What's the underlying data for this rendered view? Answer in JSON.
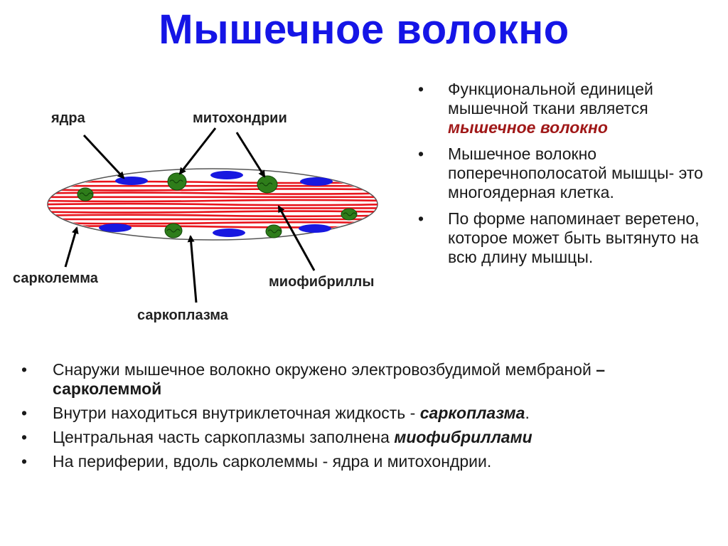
{
  "title": "Мышечное волокно",
  "diagram": {
    "labels": {
      "nuclei": "ядра",
      "mitochondria": "митохондрии",
      "sarcolemma": "сарколемма",
      "myofibrils": "миофибриллы",
      "sarcoplasm": "саркоплазма"
    },
    "colors": {
      "nucleus": "#1818e0",
      "mitochondria": "#2e7d1a",
      "myofibril": "#e8141c"
    }
  },
  "right_bullets": [
    {
      "text": "Функциональной единицей мышечной ткани является ",
      "emphasis": "мышечное волокно"
    },
    {
      "text": "Мышечное волокно поперечнополосатой мышцы- это многоядерная клетка."
    },
    {
      "text": "По форме напоминает веретено, которое может быть вытянуто на всю длину мышцы."
    }
  ],
  "bottom_bullets": [
    {
      "text": "Снаружи мышечное волокно  окружено электровозбудимой мембраной ",
      "emphasis": "– сарколеммой",
      "tail": ""
    },
    {
      "text": "Внутри находиться внутриклеточная жидкость -  ",
      "emphasis": "саркоплазма",
      "tail": "."
    },
    {
      "text": "Центральная часть саркоплазмы заполнена ",
      "emphasis": "миофибриллами",
      "tail": ""
    },
    {
      "text": "На периферии, вдоль сарколеммы - ядра и митохондрии."
    }
  ],
  "bullet_char": "•"
}
